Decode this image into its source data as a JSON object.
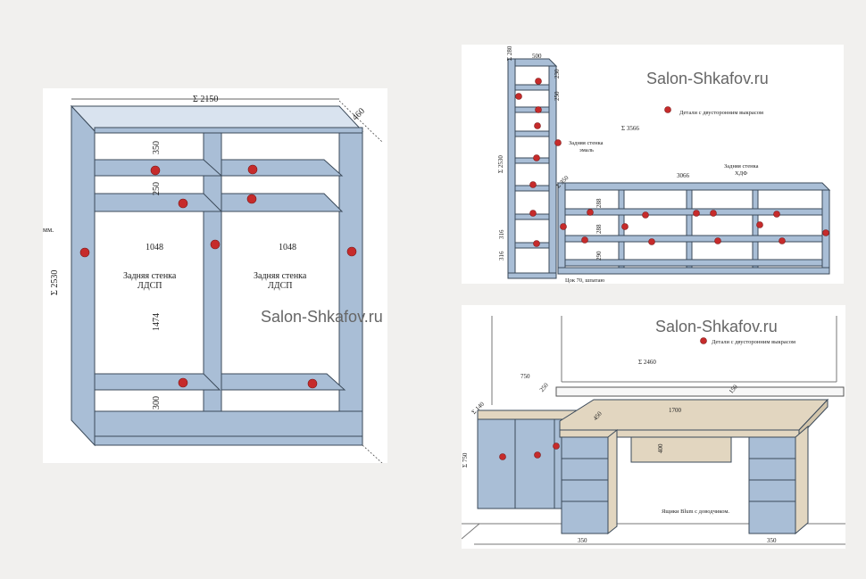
{
  "colors": {
    "background": "#f1f0ee",
    "panel": "#ffffff",
    "panel_fill": "#a9bed6",
    "inner_fill": "#ffffff",
    "edge": "#3b4a5a",
    "dot": "#c62b2b",
    "wood": "#e2d6c0",
    "watermark": "#666666"
  },
  "wardrobe": {
    "total_width": "Σ 2150",
    "depth": "460",
    "total_height": "Σ 2530",
    "left_cut_text": "мм.",
    "shelf1": "350",
    "shelf2": "250",
    "left_section_width": "1048",
    "right_section_width": "1048",
    "left_back_wall": [
      "Задняя стенка",
      "ЛДСП"
    ],
    "right_back_wall": [
      "Задняя стенка",
      "ЛДСП"
    ],
    "hang_height": "1474",
    "bottom_height": "300",
    "watermark": "Salon-Shkafov.ru"
  },
  "shelving": {
    "watermark": "Salon-Shkafov.ru",
    "legend": "Детали с двусторонним выкрасом",
    "total_width": "Σ 3566",
    "top_depth": "Σ 280",
    "col_width": "500",
    "col_shelf_230": "230",
    "col_shelf_250": "250",
    "col_height": "Σ 2530",
    "back_wall_left": [
      "Задняя стенка",
      "эмаль"
    ],
    "back_wall_right": [
      "Задняя стенка",
      "ХДФ"
    ],
    "low_width": "3066",
    "low_depth": "Σ 350",
    "row_dim_1": "288",
    "row_dim_2": "288",
    "row_dim_3": "290",
    "col_low_1": "316",
    "col_low_2": "316",
    "plinth_note": "Цок 70, шпатаю"
  },
  "desk": {
    "watermark": "Salon-Shkafov.ru",
    "legend": "Детали с двусторонним выкрасом",
    "total_width": "Σ 2460",
    "depth_750": "750",
    "depth_250": "250",
    "depth_150": "150",
    "top_length": "1700",
    "top_depth": "450",
    "drawer_height": "400",
    "cabinet_side": "Σ 140",
    "height": "Σ 750",
    "blum_note": "Ящики Blum с доводчиком.",
    "leg_width_left": "350",
    "leg_width_right": "350"
  }
}
